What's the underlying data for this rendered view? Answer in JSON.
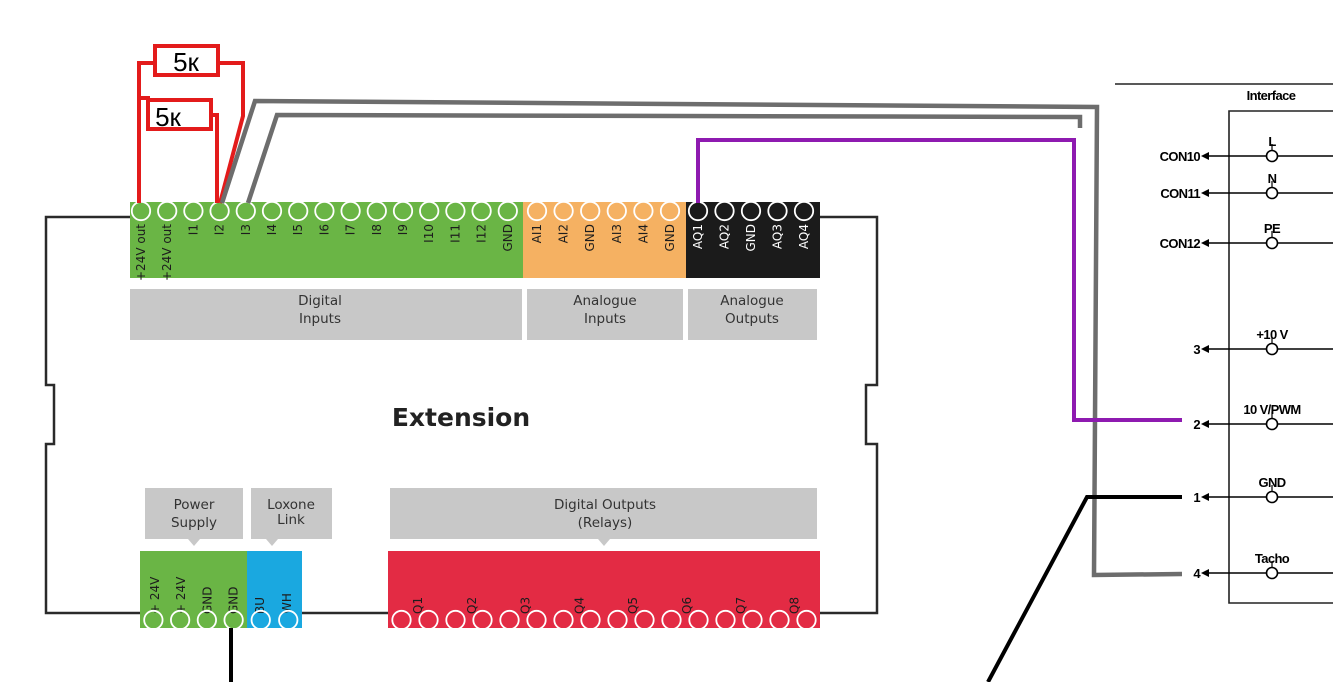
{
  "module": {
    "title": "Extension",
    "top_sections": [
      {
        "id": "digital-inputs",
        "lines": [
          "Digital",
          "Inputs"
        ]
      },
      {
        "id": "analogue-inputs",
        "lines": [
          "Analogue",
          "Inputs"
        ]
      },
      {
        "id": "analogue-outputs",
        "lines": [
          "Analogue",
          "Outputs"
        ]
      }
    ],
    "bottom_sections": [
      {
        "id": "power-supply",
        "lines": [
          "Power",
          "Supply"
        ]
      },
      {
        "id": "loxone-link",
        "lines": [
          "Loxone",
          "Link"
        ]
      },
      {
        "id": "digital-outputs",
        "lines": [
          "Digital Outputs",
          "(Relays)"
        ]
      }
    ],
    "digital_input_terminals": [
      "+24V out",
      "+24V out",
      "I1",
      "I2",
      "I3",
      "I4",
      "I5",
      "I6",
      "I7",
      "I8",
      "I9",
      "I10",
      "I11",
      "I12",
      "GND"
    ],
    "analogue_input_terminals": [
      "AI1",
      "AI2",
      "GND",
      "AI3",
      "AI4",
      "GND"
    ],
    "analogue_output_terminals": [
      "AQ1",
      "AQ2",
      "GND",
      "AQ3",
      "AQ4"
    ],
    "power_terminals": [
      "+ 24V",
      "+ 24V",
      "GND",
      "GND"
    ],
    "link_terminals": [
      "BU",
      "WH"
    ],
    "relay_terminals": [
      "Q1",
      "Q2",
      "Q3",
      "Q4",
      "Q5",
      "Q6",
      "Q7",
      "Q8"
    ]
  },
  "colors": {
    "digital_inputs": "#6ab545",
    "analogue_inputs": "#f5b162",
    "analogue_outputs": "#1b1b1b",
    "power_supply": "#6ab545",
    "loxone_link": "#1aa8e0",
    "relays": "#e32b44",
    "section_box": "#c8c8c8",
    "resistor_wire": "#e31b1b",
    "tacho_wire": "#6d6d6d",
    "pwm_wire": "#8e1ab0",
    "gnd_wire": "#000000"
  },
  "resistors": [
    {
      "id": "resistor-top",
      "label": "5к"
    },
    {
      "id": "resistor-bottom",
      "label": "5к"
    }
  ],
  "interface": {
    "title": "Interface",
    "pins": [
      {
        "id": "L",
        "conn": "CON10",
        "name": "L"
      },
      {
        "id": "N",
        "conn": "CON11",
        "name": "N"
      },
      {
        "id": "PE",
        "conn": "CON12",
        "name": "PE"
      },
      {
        "id": "10v",
        "conn": "3",
        "name": "+10 V"
      },
      {
        "id": "pwm",
        "conn": "2",
        "name": "10 V/PWM"
      },
      {
        "id": "gnd",
        "conn": "1",
        "name": "GND"
      },
      {
        "id": "tacho",
        "conn": "4",
        "name": "Tacho"
      }
    ]
  }
}
